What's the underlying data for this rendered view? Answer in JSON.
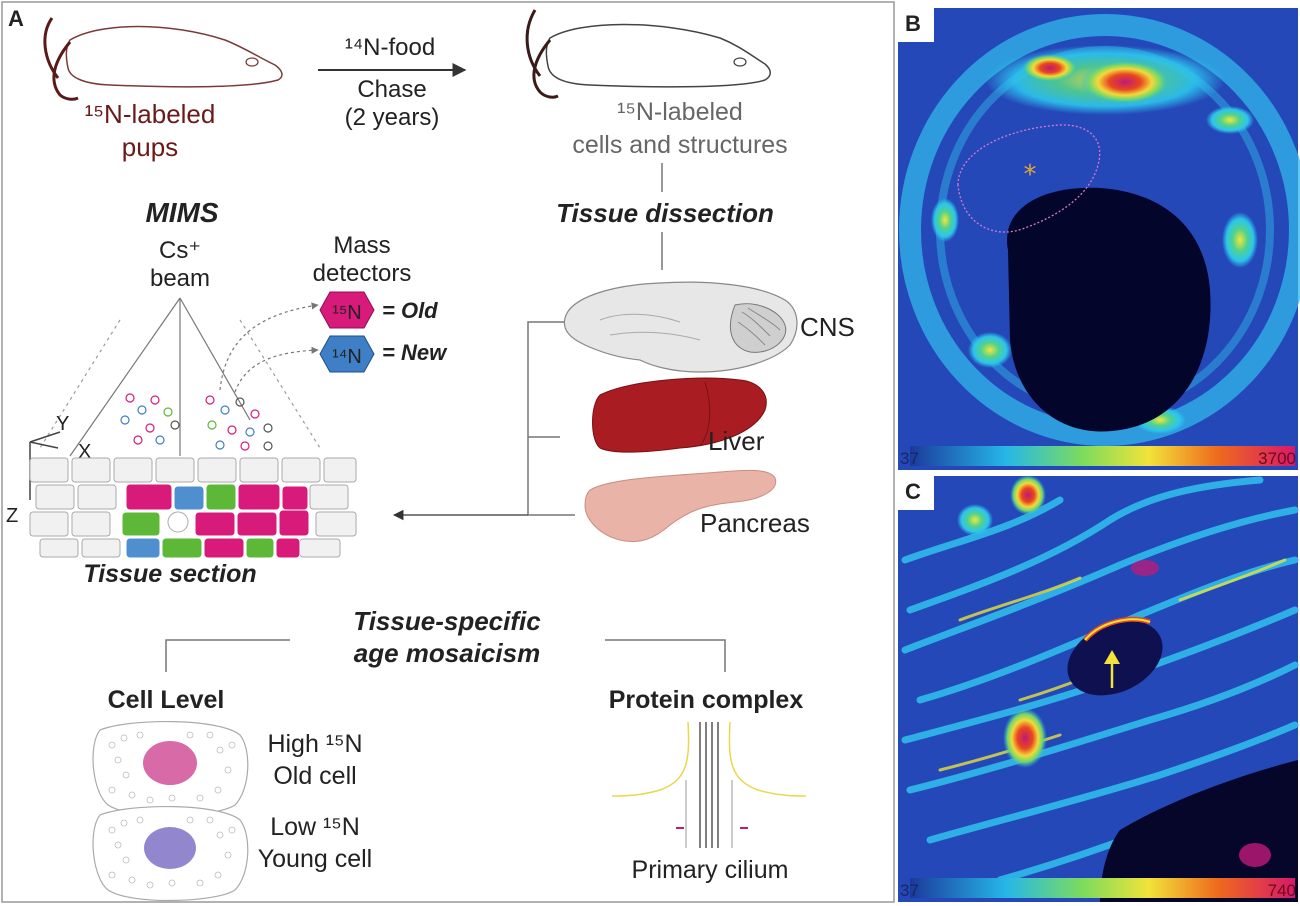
{
  "panels": {
    "A": "A",
    "B": "B",
    "C": "C"
  },
  "top": {
    "left_label": [
      "¹⁵N-labeled",
      "pups"
    ],
    "arrow_top": "¹⁴N-food",
    "arrow_bottom": [
      "Chase",
      "(2 years)"
    ],
    "right_label": [
      "¹⁵N-labeled",
      "cells and structures"
    ]
  },
  "mims": {
    "title": "MIMS",
    "beam": [
      "Cs⁺",
      "beam"
    ],
    "detectors": [
      "Mass",
      "detectors"
    ],
    "old_tag": "¹⁵N",
    "old_text": "= Old",
    "new_tag": "¹⁴N",
    "new_text": "= New",
    "axis_y": "Y",
    "axis_x": "X",
    "axis_z": "Z",
    "section_label": "Tissue section"
  },
  "dissection": {
    "title": "Tissue dissection",
    "organs": [
      "CNS",
      "Liver",
      "Pancreas"
    ]
  },
  "mosaicism": {
    "title": [
      "Tissue-specific",
      "age mosaicism"
    ],
    "cell_level": "Cell Level",
    "protein_complex": "Protein complex",
    "old_cell": [
      "High ¹⁵N",
      "Old cell"
    ],
    "young_cell": [
      "Low ¹⁵N",
      "Young cell"
    ],
    "cilium": "Primary cilium"
  },
  "image_B": {
    "scale_min": "37",
    "scale_max": "3700"
  },
  "image_C": {
    "scale_min": "37",
    "scale_max": "740"
  },
  "colors": {
    "old": "#d81b7a",
    "new": "#3f7fc6",
    "green_cell": "#5cb836",
    "liver": "#a81c22",
    "pancreas": "#eab3a8",
    "mims_bg": "#2548b8"
  }
}
